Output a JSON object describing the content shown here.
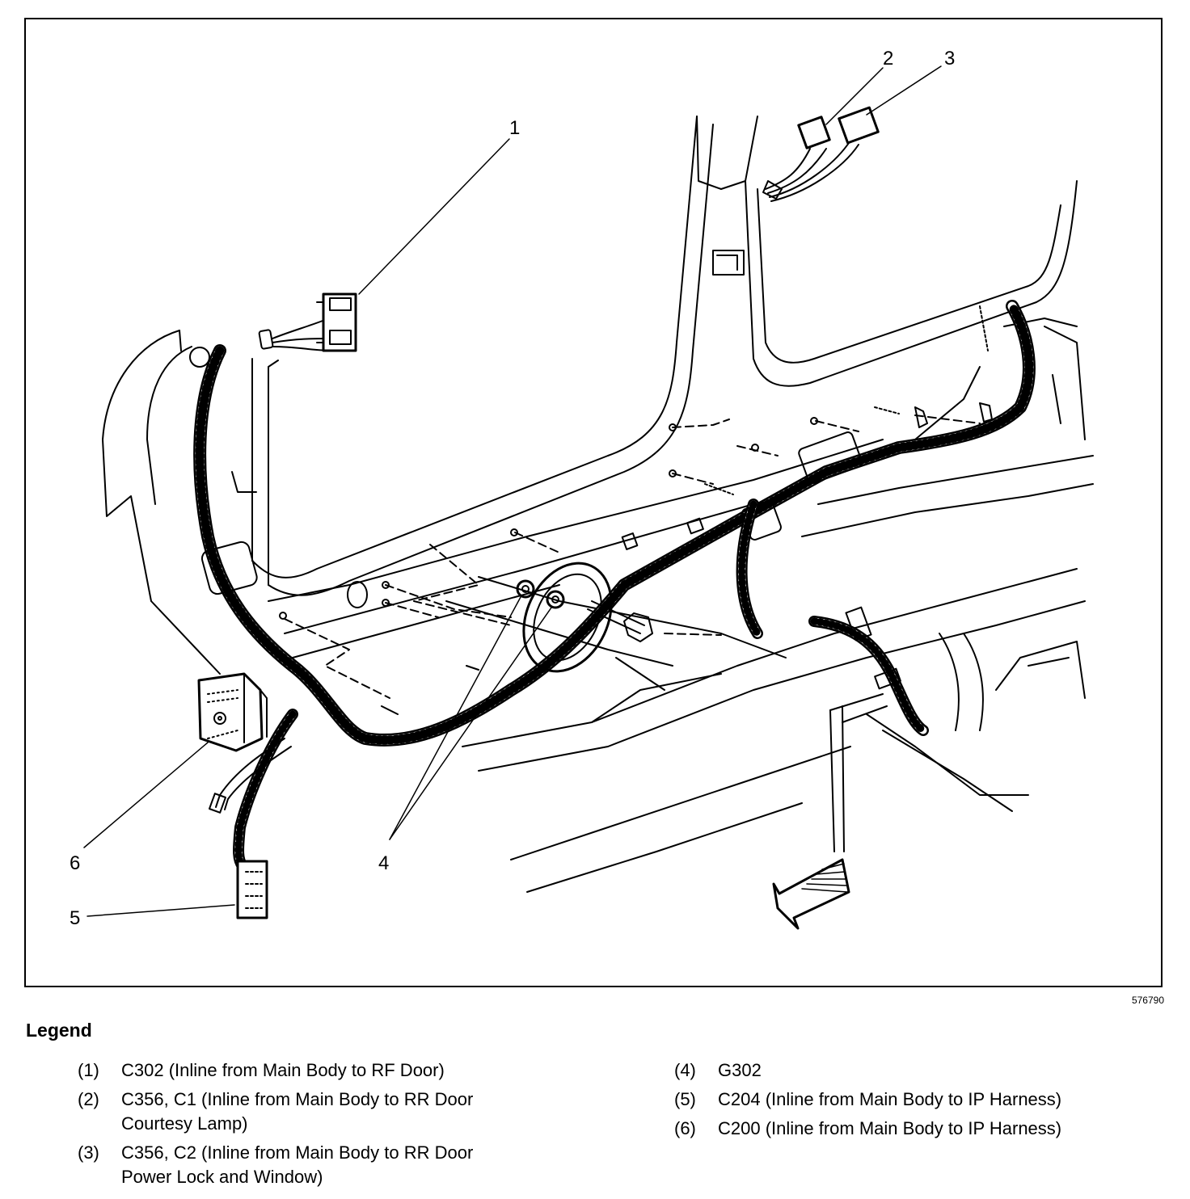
{
  "figure_id": "576790",
  "legend": {
    "title": "Legend",
    "left_items": [
      {
        "num": "(1)",
        "text": "C302 (Inline from Main Body to RF Door)"
      },
      {
        "num": "(2)",
        "text": "C356, C1 (Inline from Main Body to RR Door Courtesy Lamp)"
      },
      {
        "num": "(3)",
        "text": "C356, C2 (Inline from Main Body to RR Door Power Lock and Window)"
      }
    ],
    "right_items": [
      {
        "num": "(4)",
        "text": "G302"
      },
      {
        "num": "(5)",
        "text": "C204 (Inline from Main Body to IP Harness)"
      },
      {
        "num": "(6)",
        "text": "C200 (Inline from Main Body to IP Harness)"
      }
    ]
  },
  "callouts": {
    "c1": "1",
    "c2": "2",
    "c3": "3",
    "c4": "4",
    "c5": "5",
    "c6": "6"
  }
}
